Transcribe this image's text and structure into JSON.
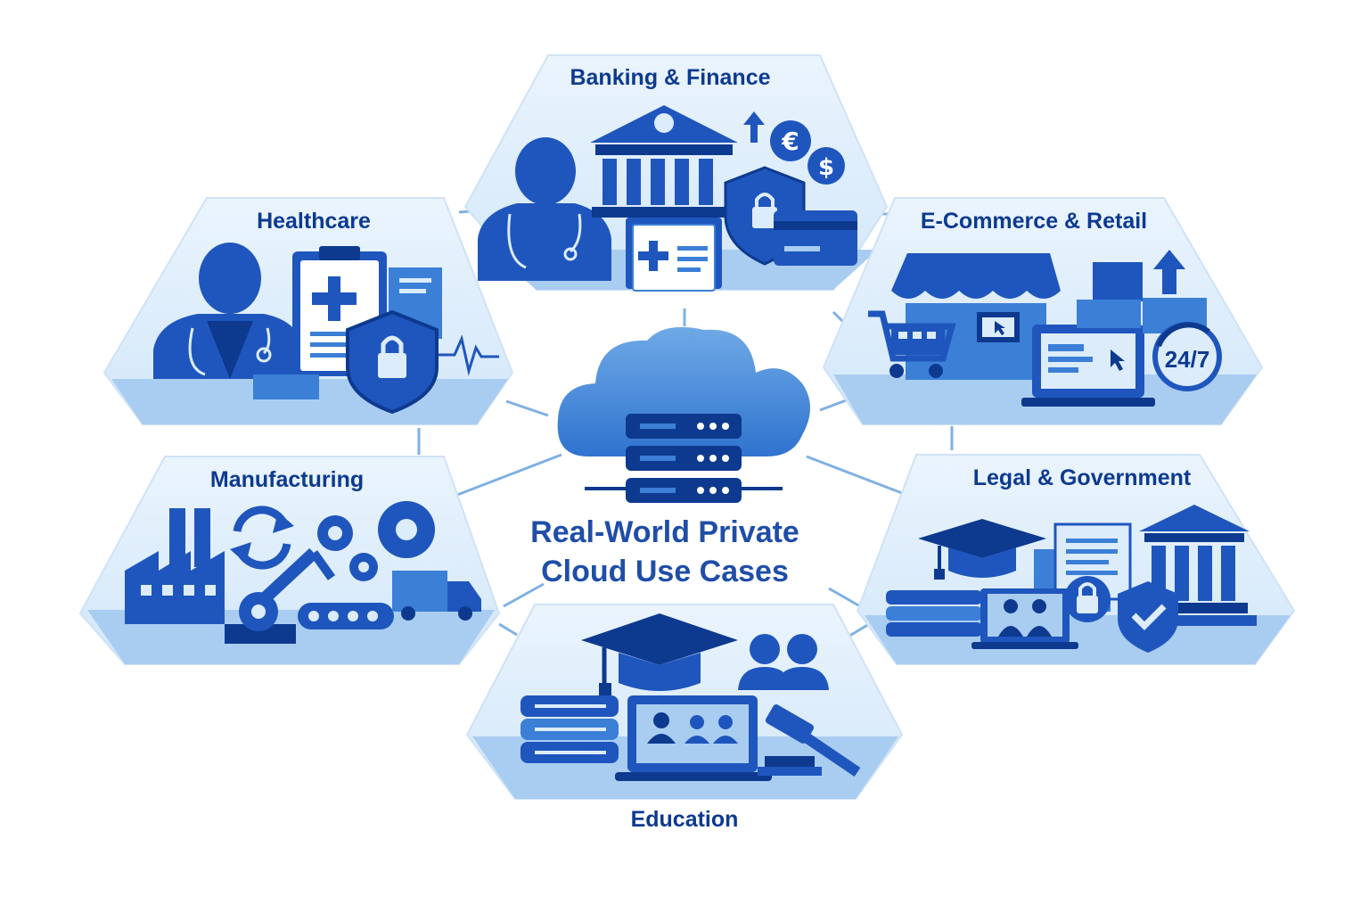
{
  "title": {
    "line1": "Real-World Private",
    "line2": "Cloud Use Cases"
  },
  "colors": {
    "navy": "#0d3a8f",
    "royal": "#1f56bd",
    "mid": "#3b7fd6",
    "light": "#a9cdf1",
    "pale": "#dcecfb",
    "panel": "#e6f1fc"
  },
  "panels": [
    {
      "id": "banking",
      "label": "Banking & Finance",
      "icons": [
        "doctor-icon",
        "bank-building-icon",
        "medical-record-icon",
        "security-shield-icon",
        "euro-coin-icon",
        "dollar-coin-icon",
        "credit-card-icon",
        "arrow-up-icon"
      ]
    },
    {
      "id": "healthcare",
      "label": "Healthcare",
      "icons": [
        "doctor-icon",
        "clipboard-icon",
        "security-shield-icon",
        "heartbeat-icon"
      ]
    },
    {
      "id": "ecommerce",
      "label": "E-Commerce & Retail",
      "icons": [
        "storefront-icon",
        "shopping-cart-icon",
        "laptop-icon",
        "package-icon",
        "arrow-up-icon",
        "24-7-badge-icon"
      ],
      "badge": "24/7"
    },
    {
      "id": "manufacturing",
      "label": "Manufacturing",
      "icons": [
        "factory-icon",
        "sync-arrows-icon",
        "gear-icon",
        "robot-arm-icon",
        "conveyor-belt-icon",
        "truck-icon"
      ]
    },
    {
      "id": "legal",
      "label": "Legal & Government",
      "icons": [
        "graduation-cap-icon",
        "books-icon",
        "document-icon",
        "video-call-icon",
        "padlock-icon",
        "courthouse-icon",
        "check-shield-icon"
      ]
    },
    {
      "id": "education",
      "label": "Education",
      "icons": [
        "graduation-cap-icon",
        "books-icon",
        "users-icon",
        "laptop-video-icon",
        "gavel-icon"
      ]
    }
  ],
  "hub": {
    "icons": [
      "cloud-icon",
      "server-stack-icon"
    ]
  }
}
